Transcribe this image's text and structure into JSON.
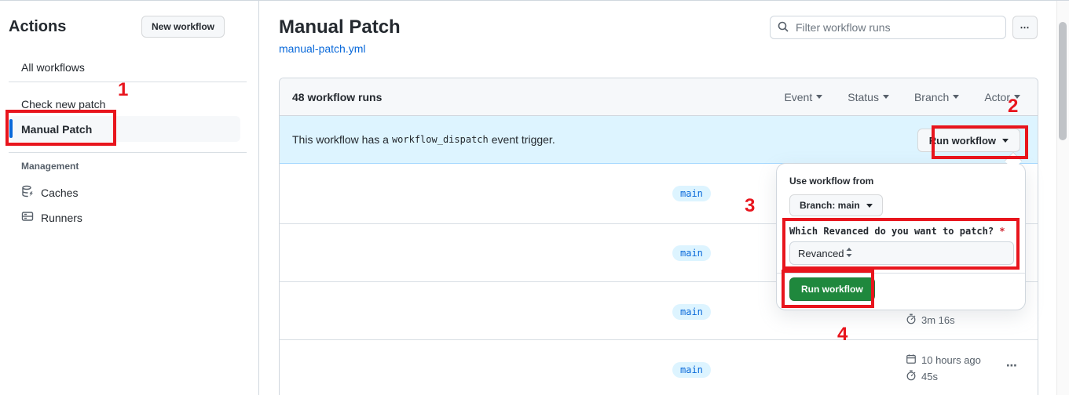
{
  "accent": {
    "annotation_red": "#e8151d",
    "link_blue": "#0969da",
    "banner_blue": "#ddf4ff",
    "button_green": "#1f883d",
    "tab_orange": "#fd8c73"
  },
  "sidebar": {
    "title": "Actions",
    "new_workflow_button": "New workflow",
    "items": [
      {
        "label": "All workflows",
        "selected": false
      },
      {
        "label": "Check new patch",
        "selected": false
      },
      {
        "label": "Manual Patch",
        "selected": true
      }
    ],
    "management_header": "Management",
    "management_items": [
      {
        "label": "Caches",
        "icon": "cache-icon"
      },
      {
        "label": "Runners",
        "icon": "runners-icon"
      }
    ]
  },
  "header": {
    "title": "Manual Patch",
    "file_link": "manual-patch.yml",
    "filter_placeholder": "Filter workflow runs",
    "more_button": "⋯"
  },
  "runs_panel": {
    "count_label": "48 workflow runs",
    "filters": [
      "Event",
      "Status",
      "Branch",
      "Actor"
    ],
    "banner": {
      "text_before": "This workflow has a",
      "code": "workflow_dispatch",
      "text_after": "event trigger.",
      "run_workflow_button": "Run workflow"
    },
    "rows": [
      {
        "branch": "main"
      },
      {
        "branch": "main"
      },
      {
        "branch": "main",
        "duration": "3m 16s"
      },
      {
        "branch": "main",
        "time": "10 hours ago",
        "duration": "45s",
        "kebab": "⋯"
      }
    ]
  },
  "popup": {
    "use_workflow_from": "Use workflow from",
    "branch_button": "Branch: main",
    "input_label": "Which Revanced do you want to patch?",
    "required_mark": "*",
    "select_value": "Revanced",
    "run_button": "Run workflow"
  },
  "annotations": {
    "step1": "1",
    "step2": "2",
    "step3": "3",
    "step4": "4"
  }
}
